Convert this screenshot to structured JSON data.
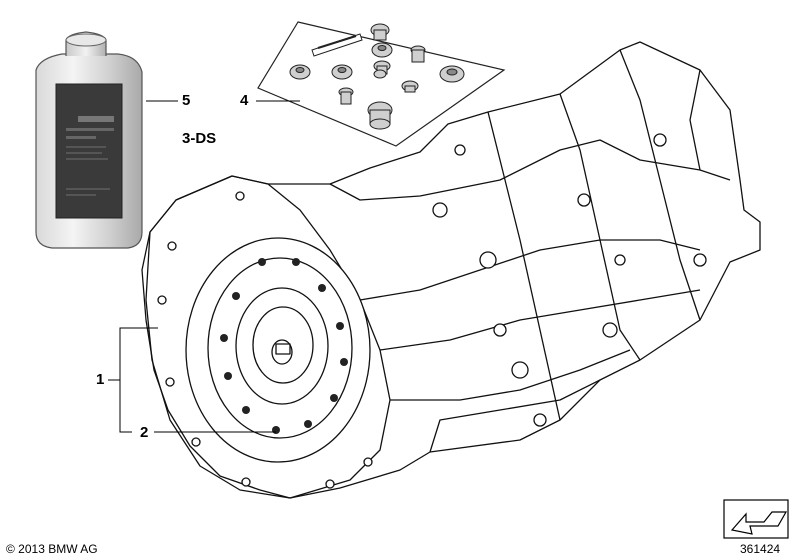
{
  "diagram": {
    "callouts": {
      "c1": "1",
      "c2": "2",
      "c4": "4",
      "c5": "5",
      "c3ds": "3-DS"
    },
    "copyright": "© 2013 BMW AG",
    "diagram_number": "361424"
  },
  "icons": {
    "bottle": "oil-bottle-icon",
    "kit": "bolt-kit-icon",
    "transmission": "automatic-transmission-icon",
    "arrow": "direction-arrow-icon"
  }
}
